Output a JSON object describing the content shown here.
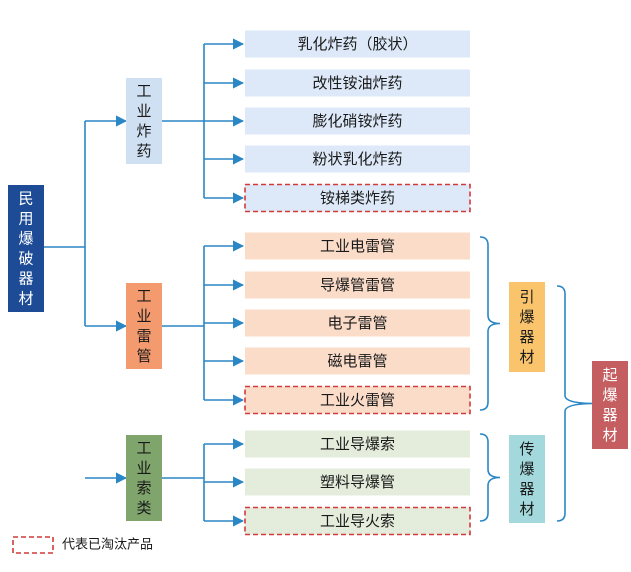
{
  "root": {
    "label": "民用爆破器材",
    "color": "#1e4b96",
    "text_color": "#ffffff"
  },
  "categories": [
    {
      "label": "工业炸药",
      "color": "#cfe0f2",
      "leaf_color": "#dde9f8",
      "items": [
        {
          "label": "乳化炸药（胶状）",
          "obsolete": false
        },
        {
          "label": "改性铵油炸药",
          "obsolete": false
        },
        {
          "label": "膨化硝铵炸药",
          "obsolete": false
        },
        {
          "label": "粉状乳化炸药",
          "obsolete": false
        },
        {
          "label": "铵梯类炸药",
          "obsolete": true
        }
      ]
    },
    {
      "label": "工业雷管",
      "color": "#f39b6e",
      "leaf_color": "#fbdcc9",
      "items": [
        {
          "label": "工业电雷管",
          "obsolete": false
        },
        {
          "label": "导爆管雷管",
          "obsolete": false
        },
        {
          "label": "电子雷管",
          "obsolete": false
        },
        {
          "label": "磁电雷管",
          "obsolete": false
        },
        {
          "label": "工业火雷管",
          "obsolete": true
        }
      ]
    },
    {
      "label": "工业索类",
      "color": "#7fa56c",
      "leaf_color": "#e4eddc",
      "items": [
        {
          "label": "工业导爆索",
          "obsolete": false
        },
        {
          "label": "塑料导爆管",
          "obsolete": false
        },
        {
          "label": "工业导火索",
          "obsolete": true
        }
      ]
    }
  ],
  "groups": [
    {
      "label": "引爆器材",
      "color": "#f9c46b"
    },
    {
      "label": "传爆器材",
      "color": "#a3d9dc"
    }
  ],
  "super_group": {
    "label": "起爆器材",
    "color": "#c55e60",
    "text_color": "#ffffff"
  },
  "legend": {
    "label": "代表已淘汰产品"
  },
  "colors": {
    "connector": "#2a86c5",
    "obsolete_border": "#d33a3a",
    "text": "#1a1a1a"
  }
}
